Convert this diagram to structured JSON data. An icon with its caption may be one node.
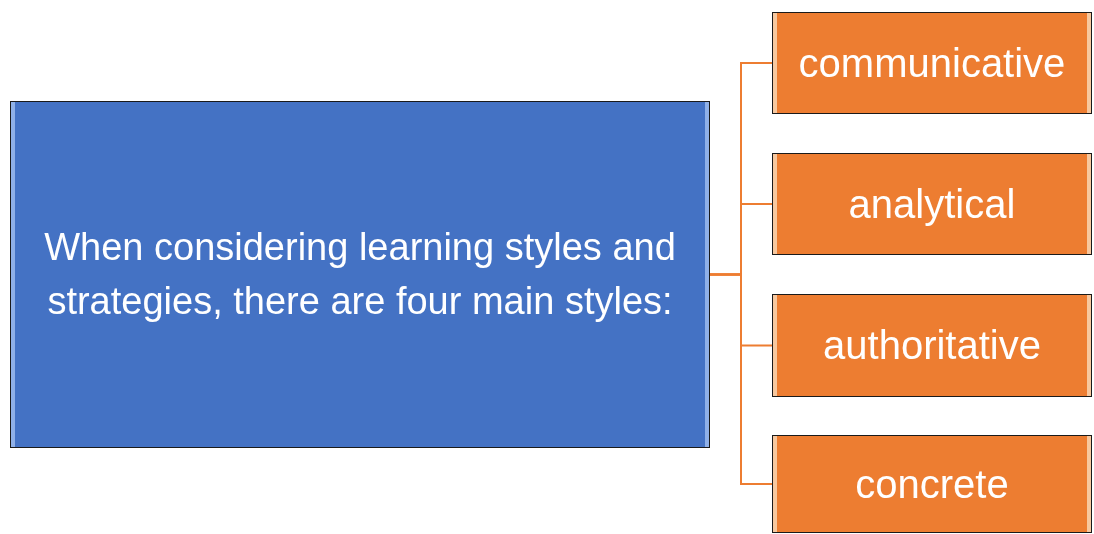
{
  "diagram": {
    "nodes": [
      {
        "text": [
          "When considering learning styles and strategies, there are four main styles:"
        ]
      },
      {
        "text": [
          "communicative"
        ]
      },
      {
        "text": [
          "analytical"
        ]
      },
      {
        "text": [
          "authoritative"
        ]
      },
      {
        "text": [
          "concrete"
        ]
      }
    ],
    "edges": [
      {
        "from": 0,
        "to": 1,
        "arrow": "none"
      },
      {
        "from": 0,
        "to": 2,
        "arrow": "none"
      },
      {
        "from": 0,
        "to": 3,
        "arrow": "none"
      },
      {
        "from": 0,
        "to": 4,
        "arrow": "none"
      }
    ]
  }
}
